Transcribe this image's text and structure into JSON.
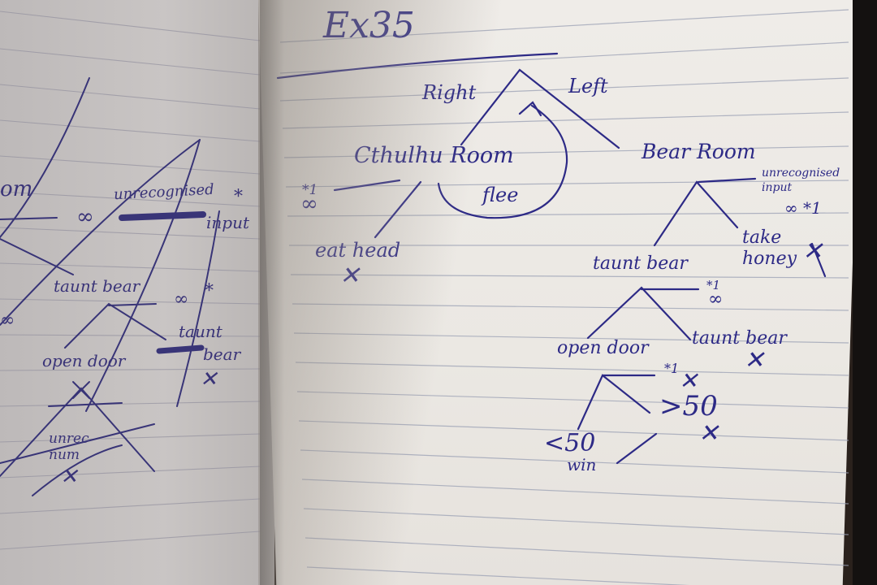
{
  "photo": {
    "colors": {
      "ink": "#2d2a86",
      "paper": "#ebe8e3",
      "left_paper": "#c4c0bf",
      "rule_lines": "#9e9fb0"
    }
  },
  "right_page": {
    "heading": "Ex35",
    "tree": {
      "branch_right": "Right",
      "branch_left": "Left",
      "cthulhu_room": "Cthulhu Room",
      "flee": "flee",
      "cthulhu_mark_star": "*1",
      "cthulhu_mark_infinity": "∞",
      "eat_head": "eat head",
      "eat_head_result": "✕",
      "bear_room": "Bear Room",
      "unrecognised_input": "unrecognised input",
      "unrecognised_mark": "∞ *1",
      "taunt_bear": "taunt bear",
      "take_honey": "take honey",
      "take_honey_result": "✕",
      "taunt_mark_star": "*1",
      "taunt_mark_infinity": "∞",
      "open_door": "open door",
      "taunt_bear_again": "taunt bear",
      "taunt_bear_again_result": "✕",
      "door_mark": "*1",
      "lt_fifty": "<50",
      "gt_fifty": ">50",
      "gt_fifty_result": "✕",
      "win": "win"
    }
  },
  "left_page": {
    "fragment_room": "om",
    "unrecognised": "unrecognised",
    "input": "input",
    "taunt_bear": "taunt bear",
    "open_door": "open door",
    "taunt": "taunt",
    "bear": "bear",
    "star": "*",
    "infinity": "∞",
    "cross": "✕",
    "unrec_num": "unrec num"
  }
}
